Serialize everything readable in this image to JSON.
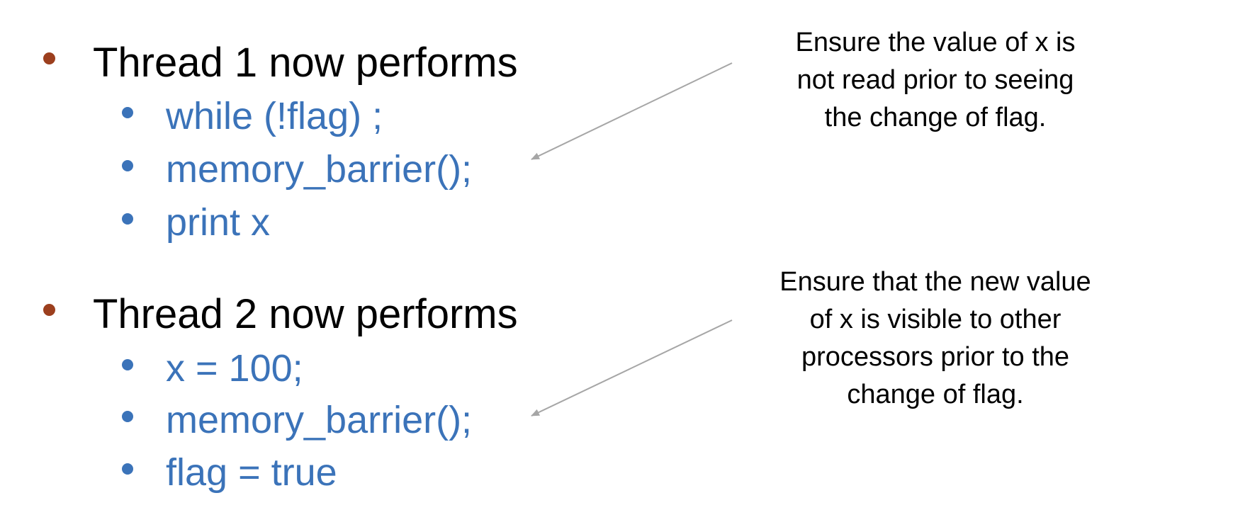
{
  "thread1": {
    "heading": "Thread 1 now performs",
    "steps": [
      "while (!flag) ;",
      "memory_barrier();",
      "print x"
    ],
    "note_lines": [
      "Ensure the value of x is",
      "not read prior to seeing",
      "the change of flag."
    ]
  },
  "thread2": {
    "heading": "Thread 2 now performs",
    "steps": [
      "x = 100;",
      "memory_barrier();",
      "flag = true"
    ],
    "note_lines": [
      "Ensure that the new value",
      "of x is visible to other",
      "processors prior to the",
      "change of flag."
    ]
  },
  "colors": {
    "heading_text": "#000000",
    "heading_bullet": "#9c3f1e",
    "code_text": "#3b73b9",
    "arrow": "#a6a6a6"
  }
}
